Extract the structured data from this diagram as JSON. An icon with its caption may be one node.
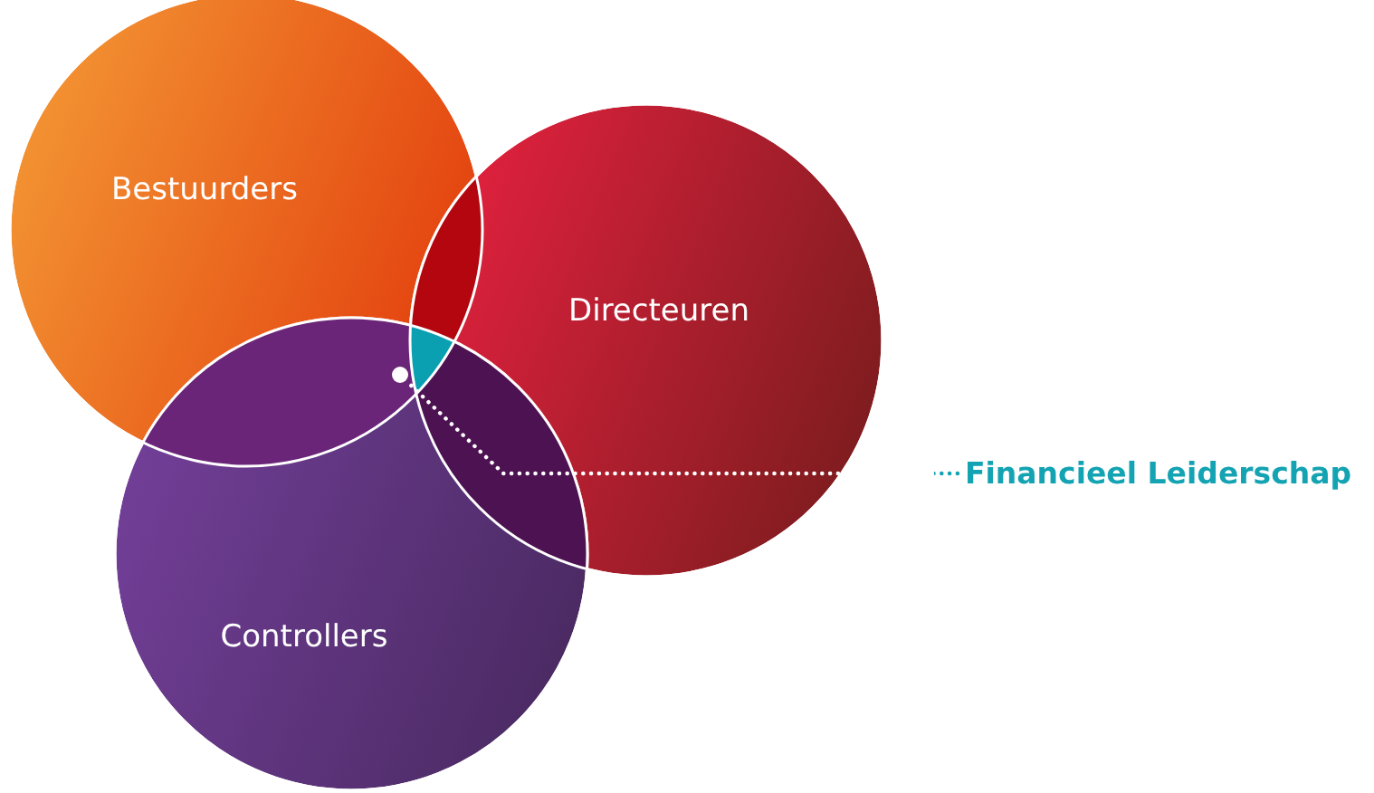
{
  "diagram": {
    "nodes": [
      {
        "text": [
          "Bestuurders"
        ]
      },
      {
        "text": [
          "Directeuren"
        ]
      },
      {
        "text": [
          "Controllers"
        ]
      },
      {
        "text": [
          "Financieel Leiderschap"
        ]
      },
      {
        "text": [],
        "shape": "circle"
      }
    ],
    "edges": [
      {
        "from": 3,
        "to": 4,
        "arrow": "none",
        "style": "dashed"
      }
    ]
  }
}
